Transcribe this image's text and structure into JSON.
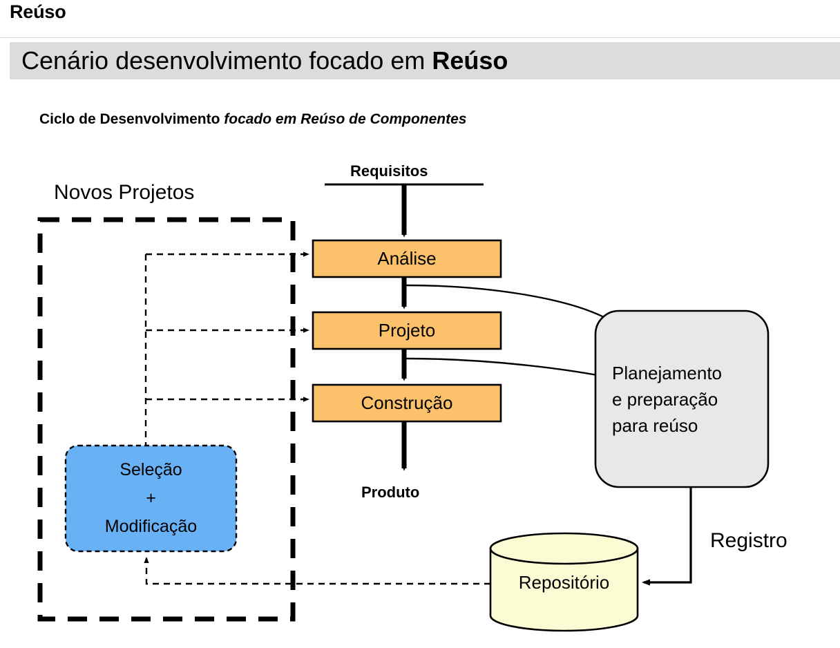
{
  "header": {
    "kicker": "Reúso",
    "title_prefix": "Cenário desenvolvimento focado em ",
    "title_emphasis": "Reúso",
    "subtitle_prefix": "Ciclo de Desenvolvimento ",
    "subtitle_emphasis": "focado em Reúso de Componentes"
  },
  "diagram": {
    "type": "flowchart",
    "group_label": "Novos Projetos",
    "input_label": "Requisitos",
    "output_label": "Produto",
    "registry_label": "Registro",
    "stages": [
      {
        "label": "Análise"
      },
      {
        "label": "Projeto"
      },
      {
        "label": "Construção"
      }
    ],
    "selection_box": {
      "line1": "Seleção",
      "line2": "+",
      "line3": "Modificação"
    },
    "planning_box": {
      "line1": "Planejamento",
      "line2": "e preparação",
      "line3": "para reúso"
    },
    "repository": {
      "label": "Repositório"
    }
  },
  "colors": {
    "stage_fill": "#FBC16B",
    "stage_stroke": "#000000",
    "selection_fill": "#69B1F5",
    "planning_fill": "#E8E8E8",
    "repository_fill": "#FCFCD4",
    "banner_fill": "#DCDCDC",
    "line": "#000000"
  }
}
